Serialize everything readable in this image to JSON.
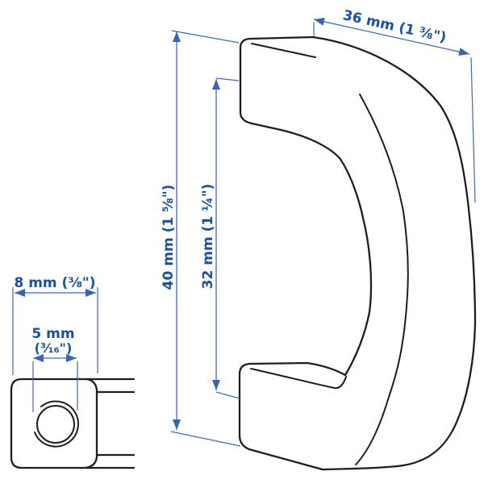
{
  "drawing": {
    "colors": {
      "dimension_blue": "#1b50a0",
      "dimension_line_blue": "#4169b3",
      "outline_black": "#1e1e1e",
      "background": "#ffffff"
    },
    "dimensions": {
      "depth_36mm": {
        "label": "36 mm (1 ⅜\")"
      },
      "overall_height_40mm": {
        "label": "40 mm (1 ⅝\")"
      },
      "inner_height_32mm": {
        "label": "32 mm (1 ¼\")"
      },
      "base_width_8mm": {
        "label": "8 mm (⅜\")"
      },
      "hole_diameter_5mm": {
        "label_value": "5 mm",
        "label_fraction": "(³⁄₁₆\")"
      }
    }
  }
}
